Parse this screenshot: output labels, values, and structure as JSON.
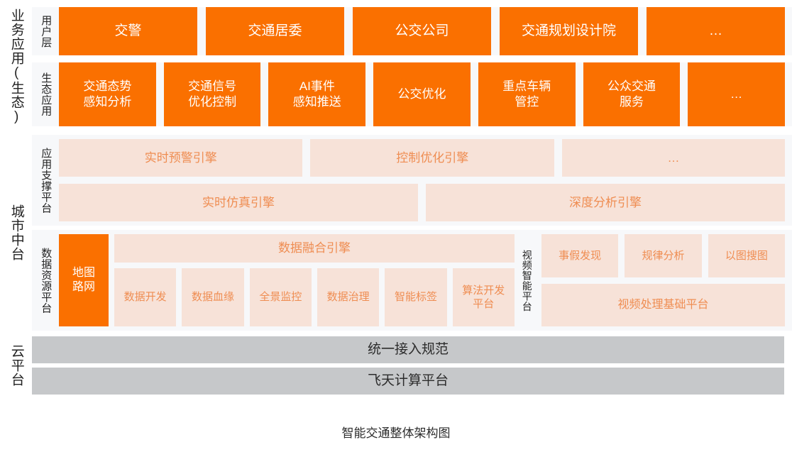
{
  "caption": "智能交通整体架构图",
  "colors": {
    "orange": "#fa7000",
    "pink": "#f7e2d8",
    "pink_text": "#ef8d52",
    "gray": "#c6c8ca",
    "panel": "#f7f8fa"
  },
  "outer_labels": {
    "business": "业务应用(生态)",
    "city": "城市中台",
    "cloud": "云平台"
  },
  "user_layer": {
    "label": "用户层",
    "items": [
      {
        "text": "交警"
      },
      {
        "text": "交通居委"
      },
      {
        "text": "公交公司"
      },
      {
        "text": "交通规划设计院"
      },
      {
        "text": "…"
      }
    ]
  },
  "eco_layer": {
    "label": "生态应用",
    "items": [
      {
        "text": "交通态势\n感知分析"
      },
      {
        "text": "交通信号\n优化控制"
      },
      {
        "text": "AI事件\n感知推送"
      },
      {
        "text": "公交优化"
      },
      {
        "text": "重点车辆\n管控"
      },
      {
        "text": "公众交通\n服务"
      },
      {
        "text": "…"
      }
    ]
  },
  "support_platform": {
    "label": "应用支撑平台",
    "row1": [
      {
        "text": "实时预警引擎"
      },
      {
        "text": "控制优化引擎"
      },
      {
        "text": "…"
      }
    ],
    "row2": [
      {
        "text": "实时仿真引擎"
      },
      {
        "text": "深度分析引擎"
      }
    ]
  },
  "data_platform": {
    "label": "数据资源平台",
    "map": {
      "text": "地图\n路网"
    },
    "fusion": {
      "text": "数据融合引擎"
    },
    "tools": [
      {
        "text": "数据开发"
      },
      {
        "text": "数据血缘"
      },
      {
        "text": "全景监控"
      },
      {
        "text": "数据治理"
      },
      {
        "text": "智能标签"
      },
      {
        "text": "算法开发\n平台"
      }
    ]
  },
  "video_platform": {
    "label": "视频智能平台",
    "apps": [
      {
        "text": "事假发现"
      },
      {
        "text": "规律分析"
      },
      {
        "text": "以图搜图"
      }
    ],
    "base": {
      "text": "视频处理基础平台"
    }
  },
  "cloud_platform": {
    "rows": [
      {
        "text": "统一接入规范"
      },
      {
        "text": "飞天计算平台"
      }
    ]
  }
}
